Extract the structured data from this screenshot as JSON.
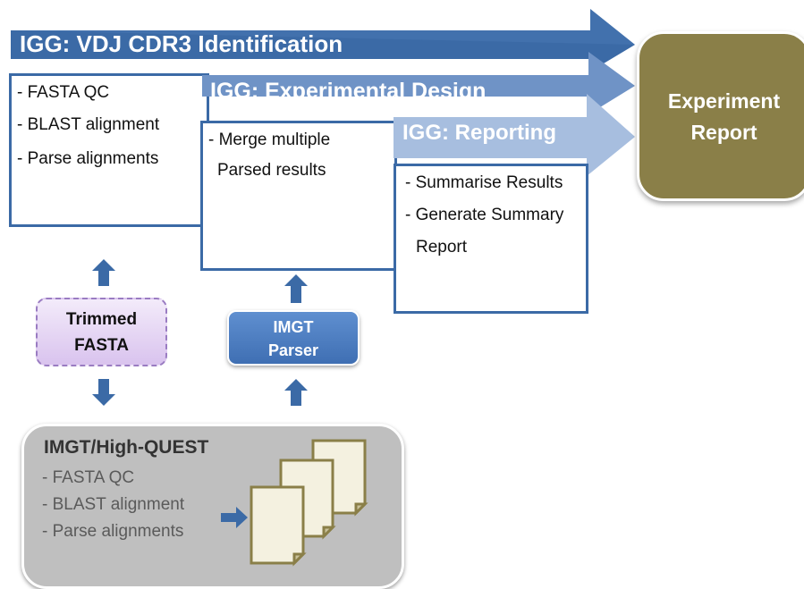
{
  "stages": [
    {
      "title": "IGG: VDJ CDR3 Identification",
      "items": [
        "- FASTA QC",
        "- BLAST alignment",
        " - Parse alignments"
      ]
    },
    {
      "title": "IGG: Experimental Design",
      "items": [
        "- Merge multiple",
        "Parsed results"
      ]
    },
    {
      "title": "IGG: Reporting",
      "items": [
        "- Summarise Results",
        "- Generate Summary",
        "Report"
      ]
    }
  ],
  "trimmed_fasta": {
    "line1": "Trimmed",
    "line2": "FASTA"
  },
  "imgt_parser": {
    "line1": "IMGT",
    "line2": "Parser"
  },
  "experiment_report": {
    "line1": "Experiment",
    "line2": "Report"
  },
  "highquest": {
    "title": "IMGT/High-QUEST",
    "items": [
      "- FASTA QC",
      "- BLAST alignment",
      "- Parse alignments"
    ]
  },
  "colors": {
    "stage1": "#3b6aa6",
    "stage2": "#6f93c6",
    "stage3": "#a7bedf",
    "report": "#8a7f48",
    "box_border": "#3b6aa6"
  }
}
